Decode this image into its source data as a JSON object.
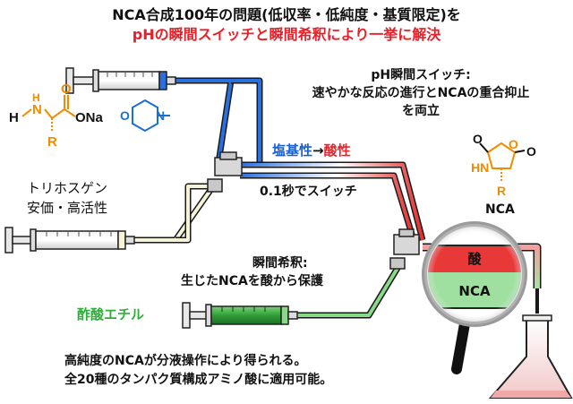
{
  "title": {
    "line1": "NCA合成100年の問題(低収率・低純度・基質限定)を",
    "line2": "pHの瞬間スイッチと瞬間希釈により一挙に解決"
  },
  "labels": {
    "ph_switch": [
      "pH瞬間スイッチ:",
      "速やかな反応の進行とNCAの重合抑止",
      "を両立"
    ],
    "triphosgene": [
      "トリホスゲン",
      "安価・高活性"
    ],
    "base_acid_base": "塩基性",
    "base_acid_arrow": "→",
    "base_acid_acid": "酸性",
    "switch_time": "0.1秒でスイッチ",
    "dilution": [
      "瞬間希釈:",
      "生じたNCAを酸から保護"
    ],
    "ethyl_acetate": "酢酸エチル",
    "conclusion": [
      "高純度のNCAが分液操作により得られる。",
      "全20種のタンパク質構成アミノ酸に適用可能。"
    ],
    "nca_name": "NCA",
    "magnifier_acid": "酸",
    "magnifier_nca": "NCA"
  },
  "chem": {
    "amino_h": "H",
    "amino_n": "N",
    "amino_h2": "H",
    "amino_r": "R",
    "amino_o": "O",
    "amino_ona": "ONa",
    "morph_o": "O",
    "morph_n": "N",
    "nca_o1": "O",
    "nca_o2": "O",
    "nca_o3": "O",
    "nca_hn": "HN",
    "nca_r": "R"
  },
  "colors": {
    "title_red": "#e8202a",
    "base_blue": "#1a5fd4",
    "acid_red": "#e0282e",
    "ester_green": "#2fae3a",
    "amino_orange": "#f08c00",
    "morpholine_blue": "#1a6fd0"
  }
}
